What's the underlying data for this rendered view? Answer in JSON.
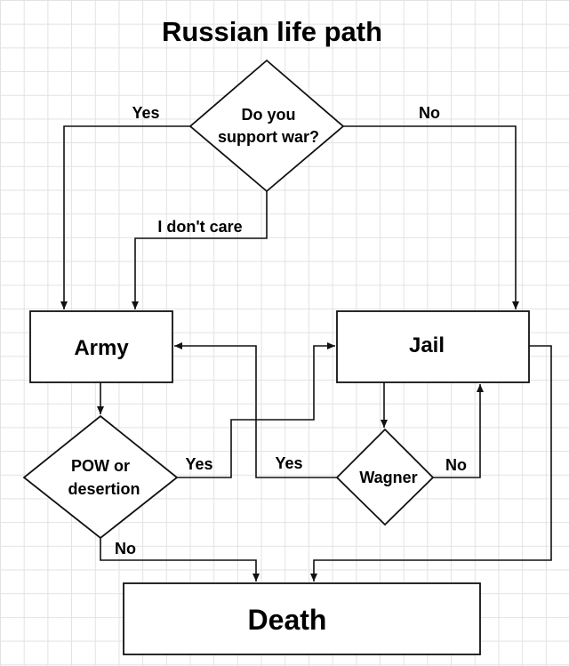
{
  "title": "Russian life path",
  "nodes": {
    "support_war": [
      "Do you",
      "support war?"
    ],
    "army": "Army",
    "jail": "Jail",
    "pow": [
      "POW or",
      "desertion"
    ],
    "wagner": "Wagner",
    "death": "Death"
  },
  "edges": {
    "support_yes": "Yes",
    "support_no": "No",
    "support_dont_care": "I don't care",
    "pow_yes": "Yes",
    "pow_no": "No",
    "wagner_yes": "Yes",
    "wagner_no": "No"
  },
  "colors": {
    "line": "#111111",
    "fill": "#ffffff",
    "grid": "#e2e2e2"
  }
}
